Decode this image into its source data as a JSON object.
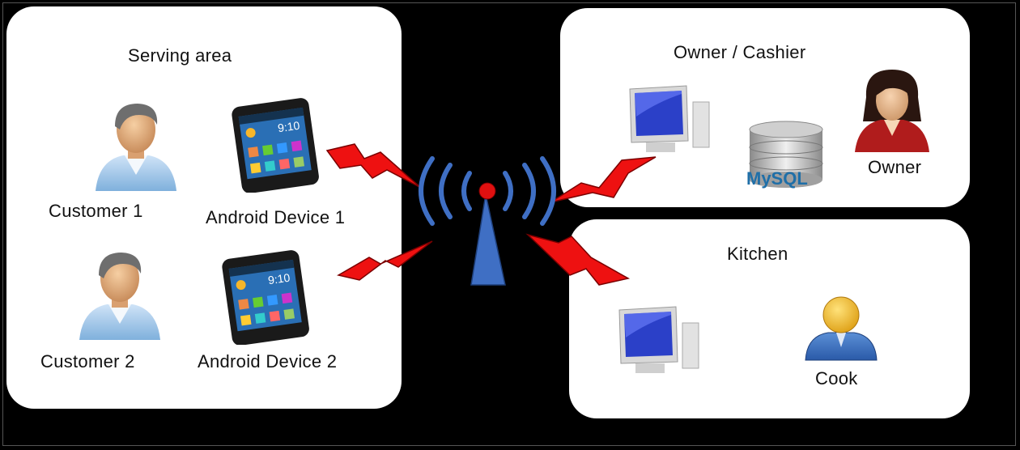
{
  "serving": {
    "title": "Serving  area",
    "customer1": "Customer 1",
    "customer2": "Customer 2",
    "device1": "Android Device 1",
    "device2": "Android Device 2",
    "phone_time": "9:10"
  },
  "owner_cashier": {
    "title": "Owner / Cashier",
    "owner_label": "Owner",
    "db_label": "MySQL"
  },
  "kitchen": {
    "title": "Kitchen",
    "cook_label": "Cook"
  },
  "colors": {
    "background": "#000000",
    "panel": "#ffffff",
    "lightning": "#ee1111",
    "antenna": "#3f6fc4",
    "beacon": "#e01010"
  },
  "icons": [
    "person-icon",
    "smartphone-icon",
    "monitor-icon",
    "database-icon",
    "woman-icon",
    "cook-icon",
    "antenna-icon",
    "lightning-icon"
  ]
}
